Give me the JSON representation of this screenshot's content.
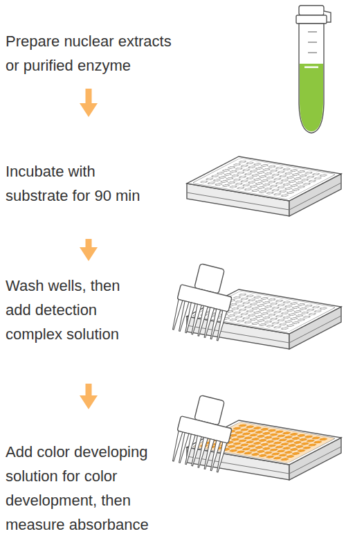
{
  "diagram": {
    "nodes": [
      {
        "text": [
          "Prepare nuclear extracts or purified enzyme"
        ]
      },
      {
        "text": [
          "Incubate with substrate for 90 min"
        ]
      },
      {
        "text": [
          "Wash wells, then add detection complex solution"
        ]
      },
      {
        "text": [
          "Add color developing solution for color development, then measure absorbance"
        ]
      }
    ],
    "edges": [
      {
        "from": 0,
        "to": 1,
        "arrow": "to"
      },
      {
        "from": 1,
        "to": 2,
        "arrow": "to"
      },
      {
        "from": 2,
        "to": 3,
        "arrow": "to"
      }
    ]
  }
}
